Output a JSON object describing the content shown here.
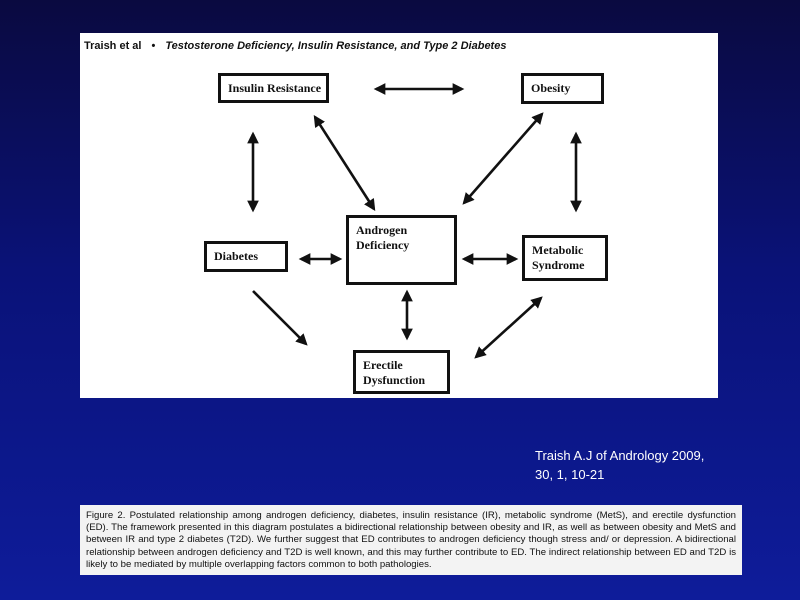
{
  "figure": {
    "header_author": "Traish et al",
    "header_separator": "•",
    "header_article": "Testosterone Deficiency, Insulin Resistance, and Type 2 Diabetes",
    "nodes": {
      "insulin_resistance": "Insulin Resistance",
      "obesity": "Obesity",
      "androgen_deficiency": "Androgen\nDeficiency",
      "diabetes": "Diabetes",
      "metabolic_syndrome": "Metabolic\nSyndrome",
      "erectile_dysfunction": "Erectile\nDysfunction"
    },
    "edges": [
      {
        "from": "Insulin Resistance",
        "to": "Obesity",
        "direction": "bidirectional"
      },
      {
        "from": "Insulin Resistance",
        "to": "Diabetes",
        "direction": "bidirectional"
      },
      {
        "from": "Obesity",
        "to": "Metabolic Syndrome",
        "direction": "bidirectional"
      },
      {
        "from": "Insulin Resistance",
        "to": "Androgen Deficiency",
        "direction": "bidirectional"
      },
      {
        "from": "Obesity",
        "to": "Androgen Deficiency",
        "direction": "bidirectional"
      },
      {
        "from": "Diabetes",
        "to": "Androgen Deficiency",
        "direction": "bidirectional"
      },
      {
        "from": "Androgen Deficiency",
        "to": "Metabolic Syndrome",
        "direction": "bidirectional"
      },
      {
        "from": "Androgen Deficiency",
        "to": "Erectile Dysfunction",
        "direction": "bidirectional"
      },
      {
        "from": "Diabetes",
        "to": "Erectile Dysfunction",
        "direction": "unidirectional"
      },
      {
        "from": "Metabolic Syndrome",
        "to": "Erectile Dysfunction",
        "direction": "bidirectional"
      }
    ]
  },
  "citation": {
    "line1": "Traish A.J of Andrology 2009,",
    "line2": "30, 1, 10-21"
  },
  "caption": {
    "text": "Figure 2. Postulated relationship among androgen deficiency, diabetes, insulin resistance (IR), metabolic syndrome (MetS), and erectile dysfunction (ED). The framework presented in this diagram postulates a bidirectional relationship between obesity and IR, as well as between obesity and MetS and between IR and type 2 diabetes (T2D). We further suggest that ED contributes to androgen deficiency though stress and/ or depression. A bidirectional relationship between androgen deficiency and T2D is well known, and this may further contribute to ED. The indirect relationship between ED and T2D is likely to be mediated by multiple overlapping factors common to both pathologies."
  },
  "colors": {
    "background_top": "#0a0a40",
    "background_bottom": "#0e1c9a",
    "panel": "#ffffff",
    "ink": "#111111",
    "citation_text": "#ffffff"
  }
}
